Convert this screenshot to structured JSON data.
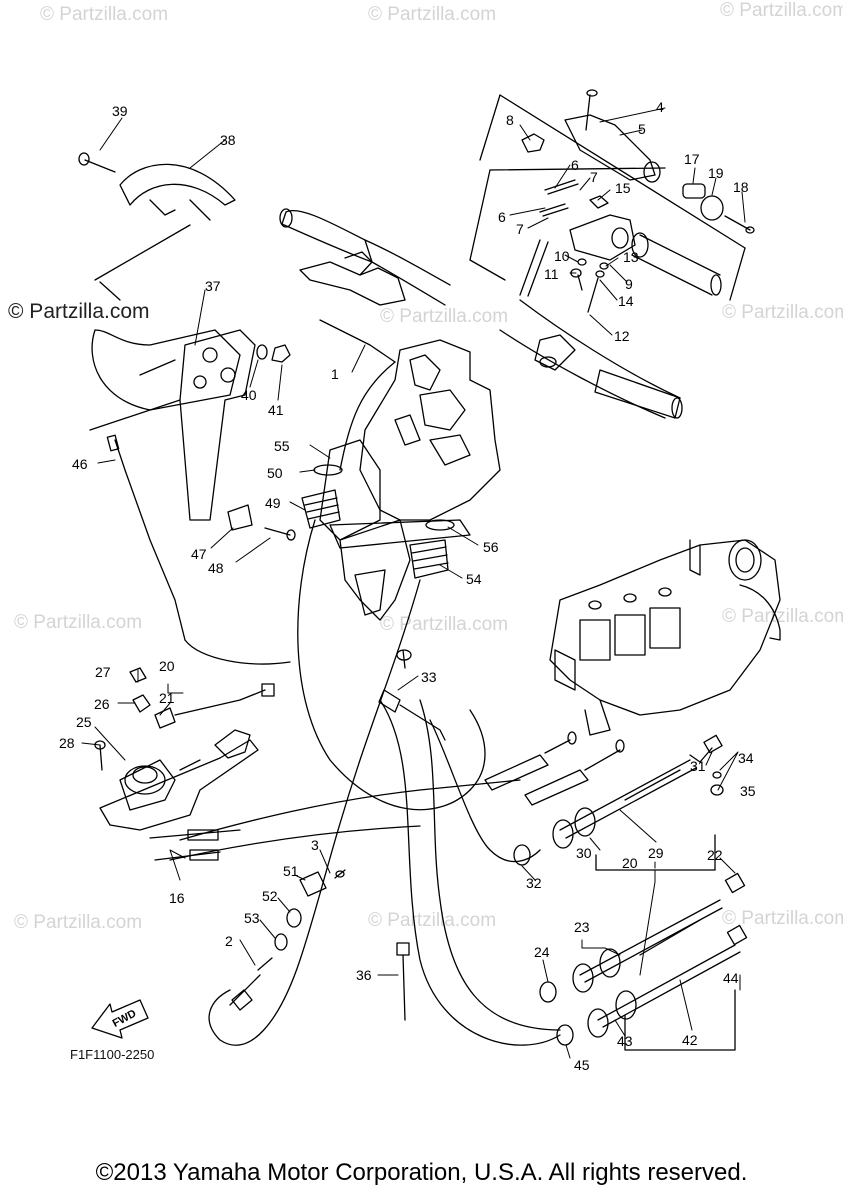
{
  "watermark": "© Partzilla.com",
  "watermark_main": "© Partzilla.com",
  "diagram_code": "F1F1100-2250",
  "fwd_label": "FWD",
  "copyright": "©2013 Yamaha Motor Corporation, U.S.A. All rights reserved.",
  "callouts": {
    "c1": "1",
    "c2": "2",
    "c3": "3",
    "c4": "4",
    "c5": "5",
    "c6a": "6",
    "c6b": "6",
    "c7a": "7",
    "c7b": "7",
    "c8": "8",
    "c9": "9",
    "c10": "10",
    "c11": "11",
    "c12": "12",
    "c13": "13",
    "c14": "14",
    "c15": "15",
    "c16": "16",
    "c17": "17",
    "c18": "18",
    "c19": "19",
    "c20a": "20",
    "c20b": "20",
    "c21": "21",
    "c22": "22",
    "c23": "23",
    "c24": "24",
    "c25": "25",
    "c26": "26",
    "c27": "27",
    "c28": "28",
    "c29": "29",
    "c30": "30",
    "c31": "31",
    "c32": "32",
    "c33": "33",
    "c34": "34",
    "c35": "35",
    "c36": "36",
    "c37": "37",
    "c38": "38",
    "c39": "39",
    "c40": "40",
    "c41": "41",
    "c42": "42",
    "c43": "43",
    "c44": "44",
    "c45": "45",
    "c46": "46",
    "c47": "47",
    "c48": "48",
    "c49": "49",
    "c50": "50",
    "c51": "51",
    "c52": "52",
    "c53": "53",
    "c54": "54",
    "c55": "55",
    "c56": "56"
  }
}
